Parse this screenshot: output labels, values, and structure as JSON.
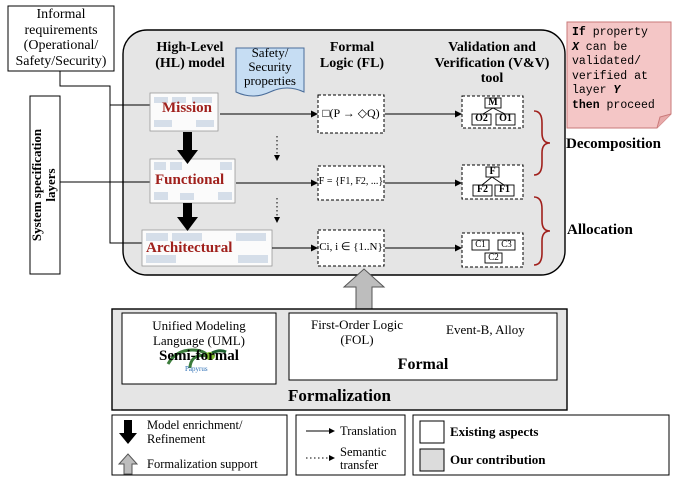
{
  "informal_requirements": [
    "Informal",
    "requirements",
    "(Operational/",
    "Safety/Security)"
  ],
  "system_layers_label": [
    "System specification",
    "layers"
  ],
  "columns": {
    "hl_model": [
      "High-Level",
      "(HL) model"
    ],
    "formal_logic": [
      "Formal",
      "Logic (FL)"
    ],
    "vv_tool": [
      "Validation and",
      "Verification (V&V)",
      "tool"
    ]
  },
  "safety_note": [
    "Safety/",
    "Security",
    "properties"
  ],
  "layers": {
    "mission": "Mission",
    "functional": "Functional",
    "architectural": "Architectural"
  },
  "formulas": {
    "mission": "□(P → ◇Q)",
    "functional": "F = {F1, F2, ...}",
    "architectural": "Ci, i ∈ {1..N}"
  },
  "vv_nodes": {
    "mission": {
      "root": "M",
      "left": "O2",
      "right": "O1"
    },
    "functional": {
      "root": "F",
      "left": "F2",
      "right": "F1"
    },
    "architectural": {
      "a": "C1",
      "b": "C3",
      "c": "C2"
    }
  },
  "side_labels": {
    "decomposition": "Decomposition",
    "allocation": "Allocation"
  },
  "sticky_note": [
    [
      {
        "t": "If",
        "b": true
      },
      {
        "t": " property",
        "b": false
      }
    ],
    [
      {
        "t": "X",
        "b": true,
        "i": true
      },
      {
        "t": " can be",
        "b": false
      }
    ],
    [
      {
        "t": "validated/",
        "b": false
      }
    ],
    [
      {
        "t": "verified at",
        "b": false
      }
    ],
    [
      {
        "t": "layer ",
        "b": false
      },
      {
        "t": "Y",
        "b": true,
        "i": true
      }
    ],
    [
      {
        "t": "then",
        "b": true
      },
      {
        "t": " proceed",
        "b": false
      }
    ]
  ],
  "formalization": {
    "uml": [
      "Unified Modeling",
      "Language (UML)"
    ],
    "semi_formal": "Semi-formal",
    "papyrus_logo": "Papyrus",
    "fol": [
      "First-Order Logic",
      "(FOL)"
    ],
    "eventb": "Event-B, Alloy",
    "formal": "Formal",
    "title": "Formalization"
  },
  "legend": {
    "model_enrichment": [
      "Model enrichment/",
      "Refinement"
    ],
    "formalization_support": "Formalization support",
    "translation": "Translation",
    "semantic_transfer": [
      "Semantic",
      "transfer"
    ],
    "existing_aspects": "Existing aspects",
    "our_contribution": "Our contribution"
  },
  "colors": {
    "panel_gray": "#e5e5e5",
    "layer_red": "#a0201c",
    "note_pink": "#f4c6c6",
    "note_border": "#c97a7a",
    "safety_blue": "#c6ddf3",
    "contribution_gray": "#dcdcdc"
  },
  "icons": [
    "down-arrow-icon",
    "up-arrow-icon",
    "papyrus-logo-icon",
    "bracket-icon"
  ]
}
